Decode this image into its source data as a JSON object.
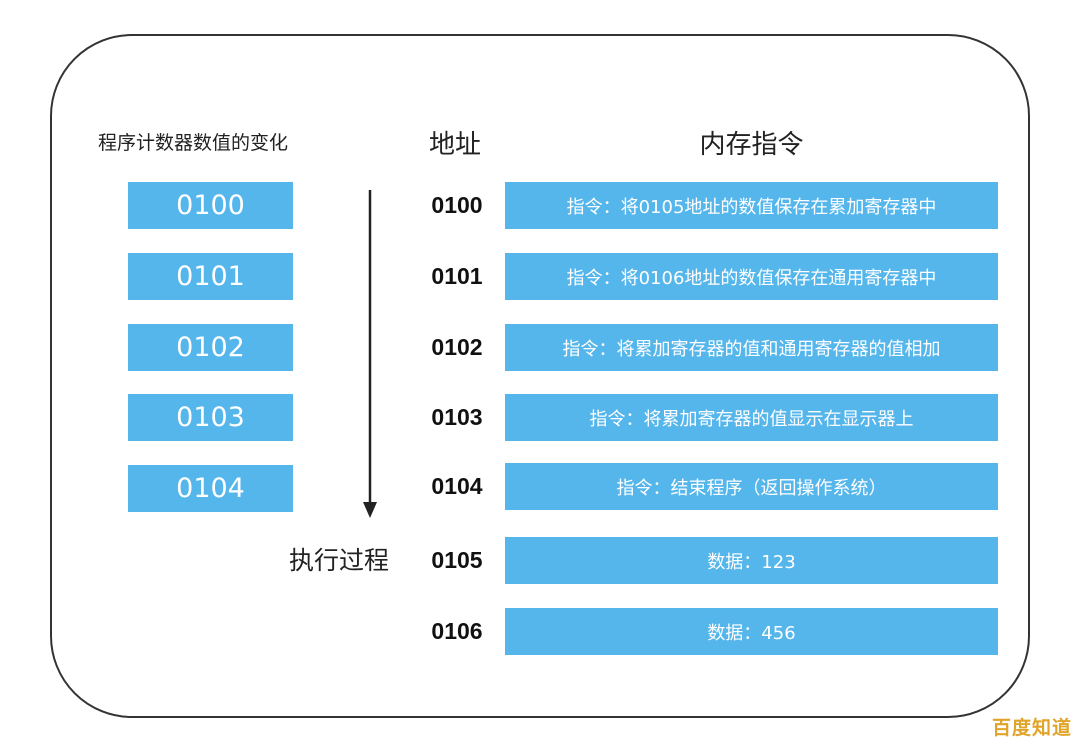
{
  "headings": {
    "pc_title": "程序计数器数值的变化",
    "address": "地址",
    "memory": "内存指令",
    "execution": "执行过程"
  },
  "program_counter": [
    "0100",
    "0101",
    "0102",
    "0103",
    "0104"
  ],
  "memory": [
    {
      "address": "0100",
      "content": "指令：将0105地址的数值保存在累加寄存器中"
    },
    {
      "address": "0101",
      "content": "指令：将0106地址的数值保存在通用寄存器中"
    },
    {
      "address": "0102",
      "content": "指令：将累加寄存器的值和通用寄存器的值相加"
    },
    {
      "address": "0103",
      "content": "指令：将累加寄存器的值显示在显示器上"
    },
    {
      "address": "0104",
      "content": "指令：结束程序（返回操作系统）"
    },
    {
      "address": "0105",
      "content": "数据：123"
    },
    {
      "address": "0106",
      "content": "数据：456"
    }
  ],
  "watermark": "百度知道",
  "colors": {
    "box_fill": "#55b6ec",
    "box_text": "#ffffff",
    "frame": "#333333"
  }
}
